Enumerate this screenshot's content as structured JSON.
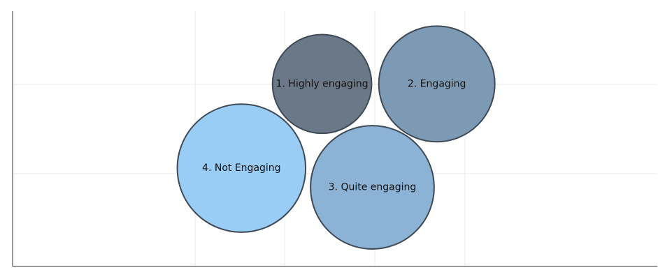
{
  "chart_data": {
    "type": "bubble",
    "grid": true,
    "legend": "none",
    "title": "",
    "xlabel": "",
    "ylabel": "",
    "series": [
      {
        "label": "1. Highly engaging",
        "x": 0.48,
        "y": 0.715,
        "radius": 0.545,
        "color": "#6b7888"
      },
      {
        "label": "2. Engaging",
        "x": 0.658,
        "y": 0.715,
        "radius": 0.638,
        "color": "#7c9ab3"
      },
      {
        "label": "3. Quite engaging",
        "x": 0.558,
        "y": 0.31,
        "radius": 0.68,
        "color": "#8cb2d6"
      },
      {
        "label": "4. Not Engaging",
        "x": 0.355,
        "y": 0.385,
        "radius": 0.706,
        "color": "#99cdf5"
      }
    ]
  }
}
